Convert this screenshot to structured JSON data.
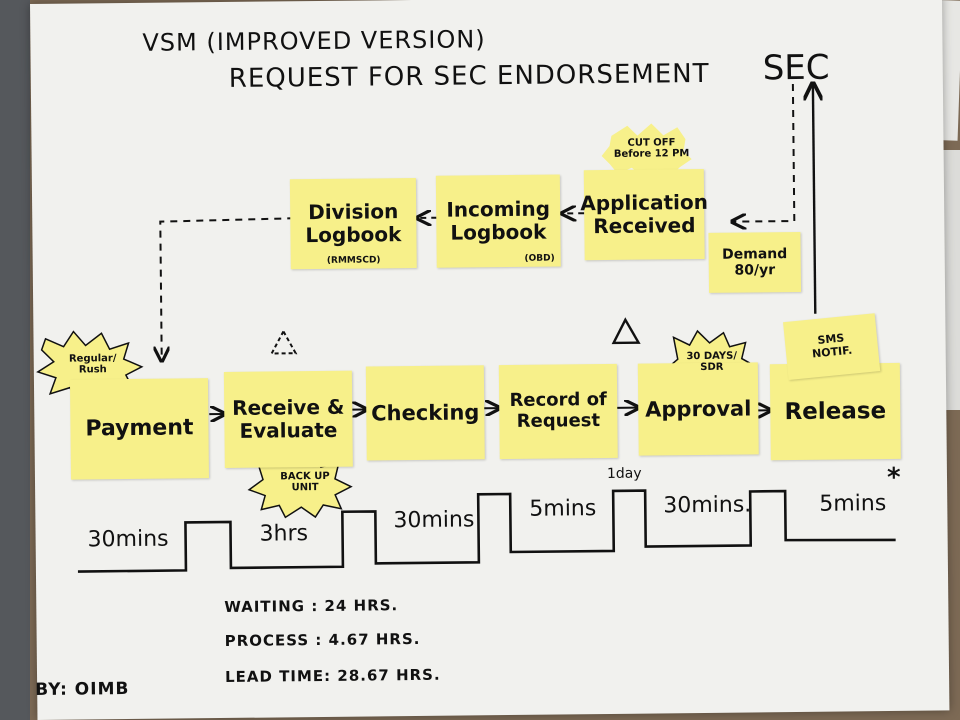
{
  "title": {
    "line1": "VSM (IMPROVED VERSION)",
    "line2": "REQUEST FOR SEC ENDORSEMENT"
  },
  "sec_label": "SEC",
  "top_flow": {
    "division": {
      "label": "Division\nLogbook",
      "sub": "(RMMSCD)"
    },
    "incoming": {
      "label": "Incoming\nLogbook",
      "sub": "(OBD)"
    },
    "application": {
      "label": "Application\nReceived"
    },
    "cutoff": "CUT OFF\nBefore 12 PM",
    "demand": "Demand\n80/yr"
  },
  "processes": [
    {
      "label": "Payment"
    },
    {
      "label": "Receive &\nEvaluate"
    },
    {
      "label": "Checking"
    },
    {
      "label": "Record of\nRequest"
    },
    {
      "label": "Approval"
    },
    {
      "label": "Release"
    }
  ],
  "bursts": {
    "regular_rush": "Regular/\nRush",
    "backup_unit": "BACK UP\nUNIT",
    "sdr": "30 DAYS/\nSDR",
    "sms": "SMS\nNOTIF."
  },
  "timeline": {
    "times": [
      "30mins",
      "3hrs",
      "30mins",
      "5mins",
      "30mins.",
      "5mins"
    ],
    "one_day": "1day",
    "asterisk": "*"
  },
  "summary": {
    "waiting": "WAITING :  24 HRS.",
    "process": "PROCESS :  4.67 HRS.",
    "lead_time": "LEAD TIME:  28.67 HRS."
  },
  "author": "BY: OIMB",
  "colors": {
    "sticky_note": "#f7f08a",
    "ink": "#111111",
    "paper": "#f1f1ee",
    "background": "#7d6a55"
  }
}
